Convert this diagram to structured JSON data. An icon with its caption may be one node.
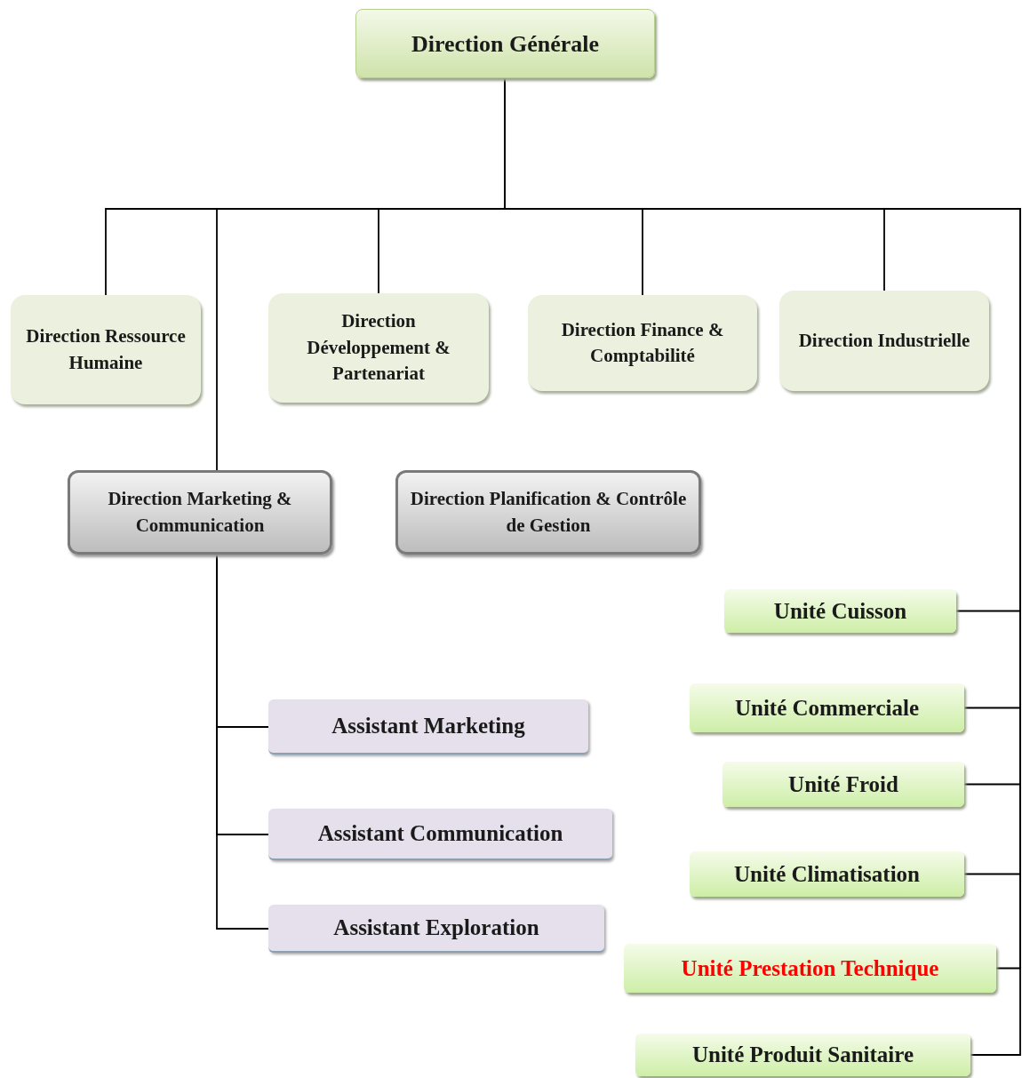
{
  "diagram": {
    "nodes": [
      {
        "text": [
          "Direction Générale"
        ]
      },
      {
        "text": [
          "Direction Ressource Humaine"
        ]
      },
      {
        "text": [
          "Direction Développement & Partenariat"
        ]
      },
      {
        "text": [
          "Direction Finance & Comptabilité"
        ]
      },
      {
        "text": [
          "Direction Industrielle"
        ]
      },
      {
        "text": [
          "Direction Marketing & Communication"
        ]
      },
      {
        "text": [
          "Direction Planification & Contrôle de Gestion"
        ]
      },
      {
        "text": [
          "Unité Cuisson"
        ]
      },
      {
        "text": [
          "Unité Commerciale"
        ]
      },
      {
        "text": [
          "Unité Froid"
        ]
      },
      {
        "text": [
          "Unité Climatisation"
        ]
      },
      {
        "text": [
          "Unité Prestation Technique"
        ]
      },
      {
        "text": [
          "Unité Produit Sanitaire"
        ]
      },
      {
        "text": [
          "Assistant Marketing"
        ]
      },
      {
        "text": [
          "Assistant Communication"
        ]
      },
      {
        "text": [
          "Assistant Exploration"
        ]
      }
    ],
    "edges": [
      {
        "from": 0,
        "to": 1,
        "arrow": "none"
      },
      {
        "from": 0,
        "to": 2,
        "arrow": "none"
      },
      {
        "from": 0,
        "to": 3,
        "arrow": "none"
      },
      {
        "from": 0,
        "to": 4,
        "arrow": "none"
      },
      {
        "from": 0,
        "to": 5,
        "arrow": "none"
      },
      {
        "from": 0,
        "to": 7,
        "arrow": "none"
      },
      {
        "from": 0,
        "to": 8,
        "arrow": "none"
      },
      {
        "from": 0,
        "to": 9,
        "arrow": "none"
      },
      {
        "from": 0,
        "to": 10,
        "arrow": "none"
      },
      {
        "from": 0,
        "to": 11,
        "arrow": "none"
      },
      {
        "from": 0,
        "to": 12,
        "arrow": "none"
      },
      {
        "from": 5,
        "to": 13,
        "arrow": "none"
      },
      {
        "from": 5,
        "to": 14,
        "arrow": "none"
      },
      {
        "from": 5,
        "to": 15,
        "arrow": "none"
      }
    ]
  }
}
